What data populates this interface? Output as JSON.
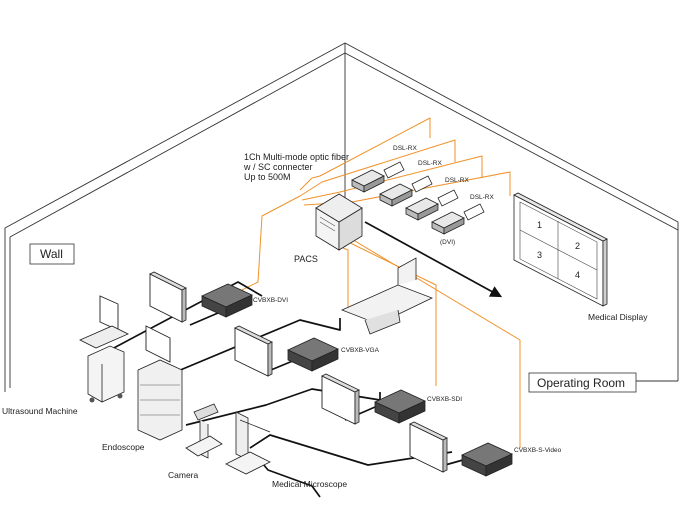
{
  "labels": {
    "wall": "Wall",
    "operating_room": "Operating Room",
    "fiber_line1": "1Ch Multi-mode optic fiber",
    "fiber_line2": "w / SC connecter",
    "fiber_line3": "Up to 500M",
    "pacs": "PACS",
    "medical_display": "Medical Display",
    "ultrasound": "Ultrasound Machine",
    "endoscope": "Endoscope",
    "camera": "Camera",
    "microscope": "Medical Microscope",
    "dvi_note": "(DVI)"
  },
  "receivers": [
    "DSL-RX",
    "DSL-RX",
    "DSL-RX",
    "DSL-RX"
  ],
  "transmitters": [
    "CVBXB-DVI",
    "CVBXB-VGA",
    "CVBXB-SDI",
    "CVBXB-S-Video"
  ],
  "display_panels": [
    "1",
    "2",
    "3",
    "4"
  ],
  "colors": {
    "fiber": "#f0922a",
    "cable": "#111111",
    "outline": "#222222"
  }
}
